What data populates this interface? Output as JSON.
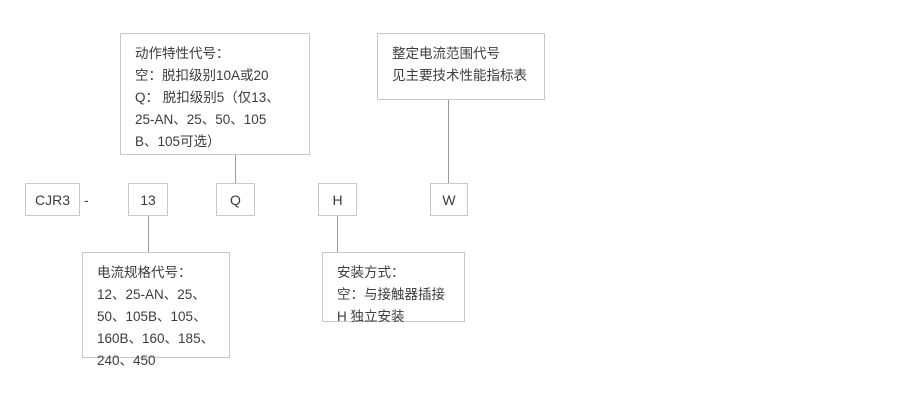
{
  "diagram": {
    "type": "product-code-breakdown",
    "title_code": "CJR3-13QHW",
    "separator": "-",
    "code_boxes": [
      {
        "id": "series",
        "label": "CJR3"
      },
      {
        "id": "current",
        "label": "13"
      },
      {
        "id": "action",
        "label": "Q"
      },
      {
        "id": "install",
        "label": "H"
      },
      {
        "id": "setting",
        "label": "W"
      }
    ],
    "notes": {
      "action_characteristic": {
        "heading": "动作特性代号：",
        "lines": [
          "空：脱扣级别10A或20",
          "Q： 脱扣级别5（仅13、",
          "25-AN、25、50、105",
          "B、105可选）"
        ],
        "text": "动作特性代号：\n空：脱扣级别10A或20\nQ： 脱扣级别5（仅13、\n25-AN、25、50、105\nB、105可选）"
      },
      "setting_current_range": {
        "heading": "整定电流范围代号",
        "lines": [
          "见主要技术性能指标表"
        ],
        "text": "整定电流范围代号\n见主要技术性能指标表"
      },
      "current_spec": {
        "heading": "电流规格代号：",
        "lines": [
          "12、25-AN、25、",
          "50、105B、105、",
          "160B、160、185、",
          "240、450"
        ],
        "text": "电流规格代号：\n12、25-AN、25、\n50、105B、105、\n160B、160、185、\n240、450"
      },
      "install_method": {
        "heading": "安装方式：",
        "lines": [
          "空：与接触器插接",
          "H   独立安装"
        ],
        "text": "安装方式：\n空：与接触器插接\nH   独立安装"
      }
    },
    "colors": {
      "border": "#c8c8c8",
      "connector": "#9a9a9a",
      "text": "#3c3c3c",
      "background": "#ffffff"
    }
  }
}
